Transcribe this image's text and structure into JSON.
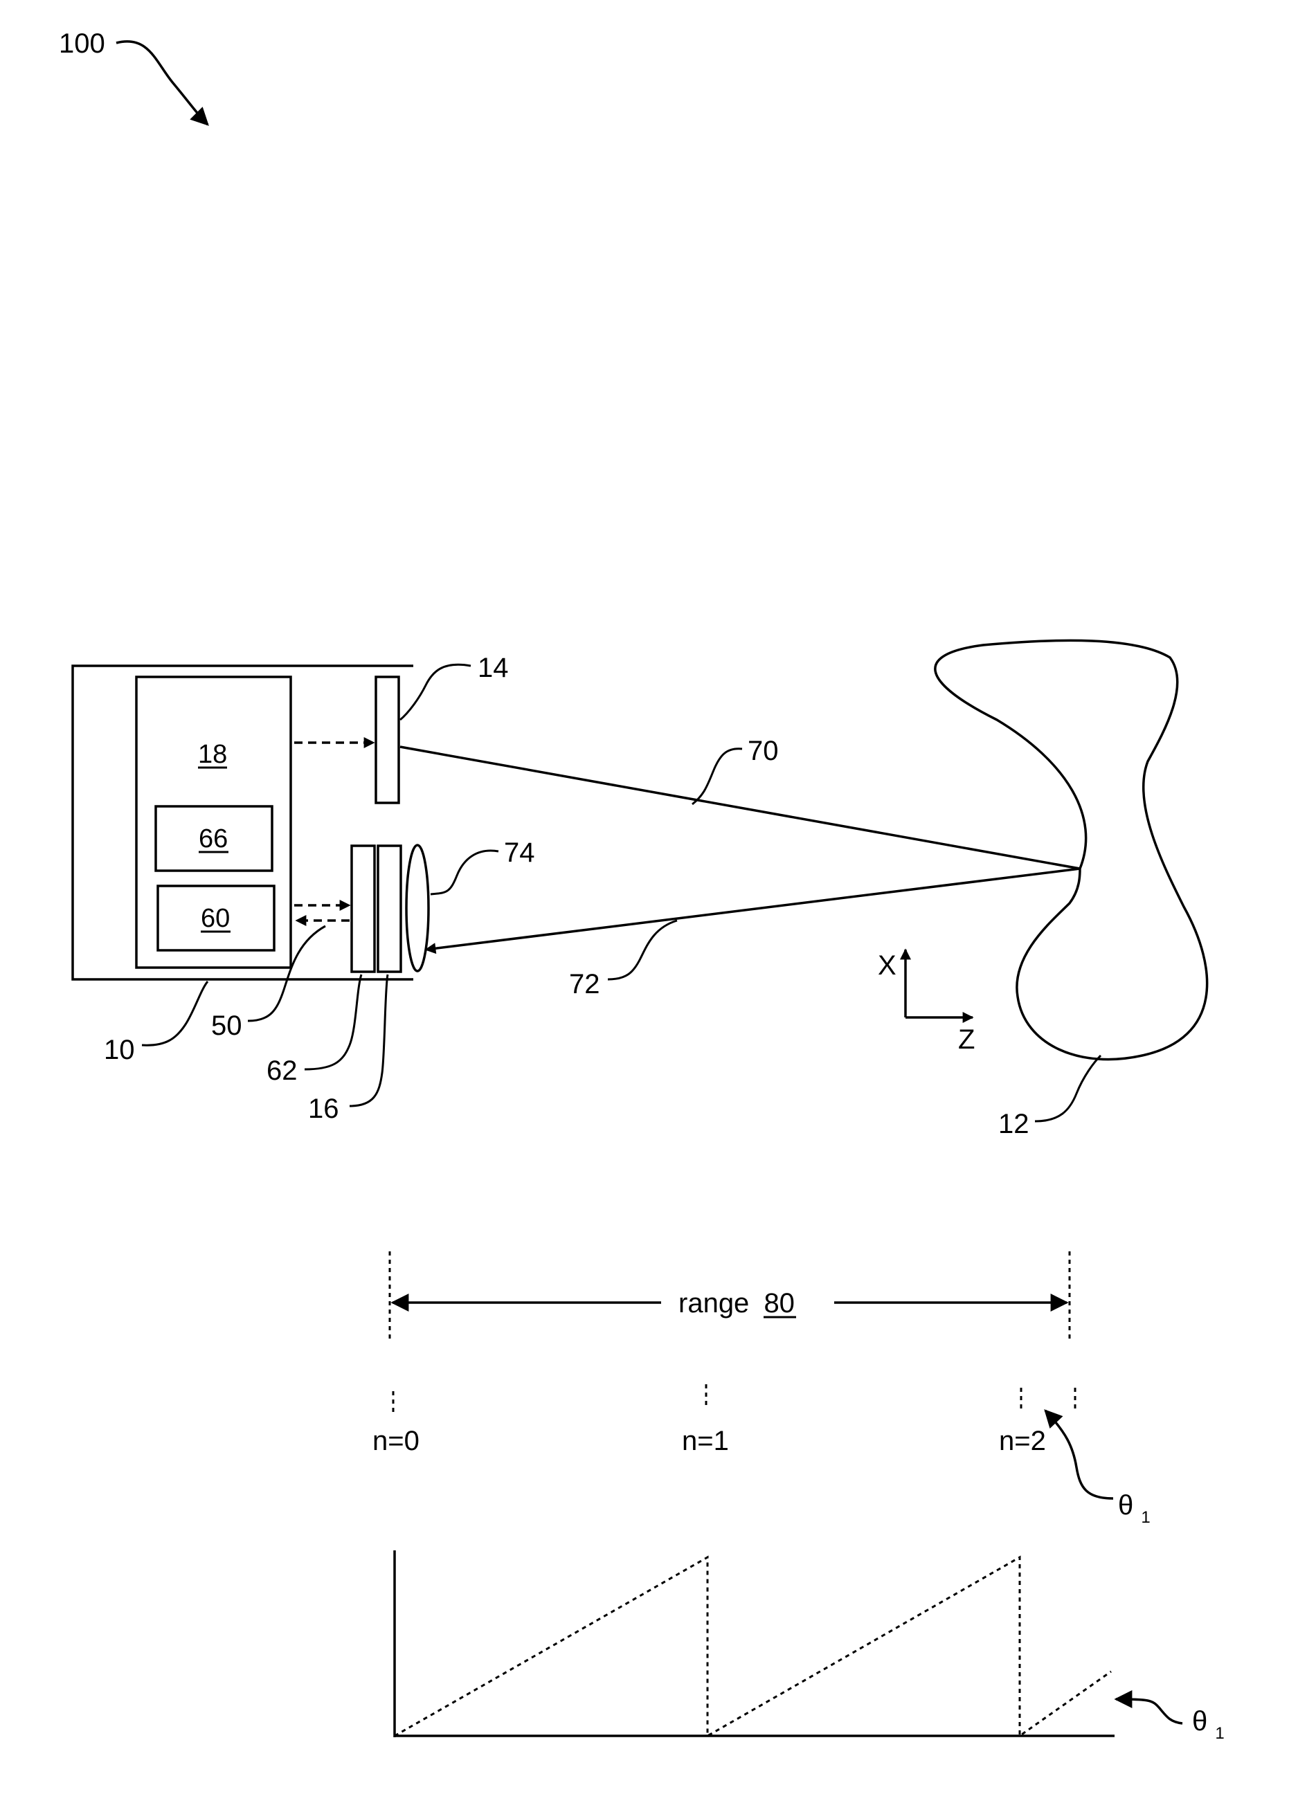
{
  "figure": {
    "ref": "100",
    "labels": {
      "camera": "10",
      "object": "12",
      "emitter": "14",
      "sensor": "16",
      "processor": "18",
      "line_50": "50",
      "module_60": "60",
      "layer_62": "62",
      "module_66": "66",
      "beam_out": "70",
      "beam_back": "72",
      "lens": "74"
    },
    "axes": {
      "x": "X",
      "z": "Z"
    },
    "range": {
      "prefix": "range",
      "number": "80"
    },
    "markers": [
      "n=0",
      "n=1",
      "n=2"
    ],
    "theta": {
      "symbol": "θ",
      "subscript": "1"
    }
  }
}
